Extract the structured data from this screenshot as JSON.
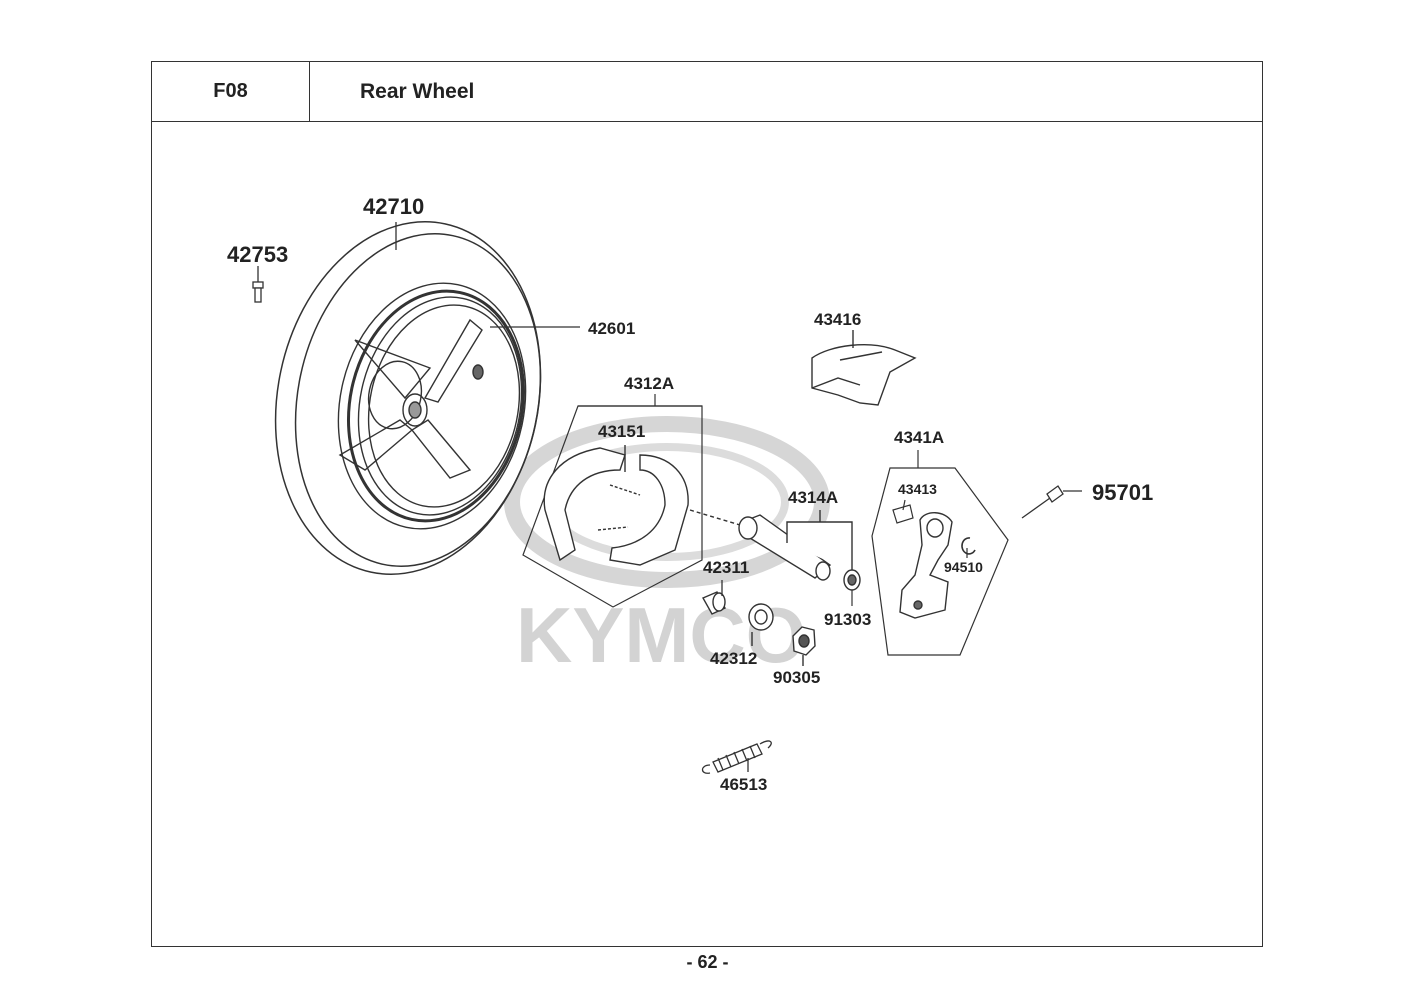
{
  "header": {
    "code": "F08",
    "title": "Rear Wheel"
  },
  "watermark": "KYMCO",
  "parts": {
    "p42710": "42710",
    "p42753": "42753",
    "p42601": "42601",
    "p43416": "43416",
    "p4312A": "4312A",
    "p43151": "43151",
    "p4341A": "4341A",
    "p43413": "43413",
    "p95701": "95701",
    "p4314A": "4314A",
    "p94510": "94510",
    "p42311": "42311",
    "p91303": "91303",
    "p42312": "42312",
    "p90305": "90305",
    "p46513": "46513"
  },
  "footer": {
    "page": "- 62 -"
  }
}
